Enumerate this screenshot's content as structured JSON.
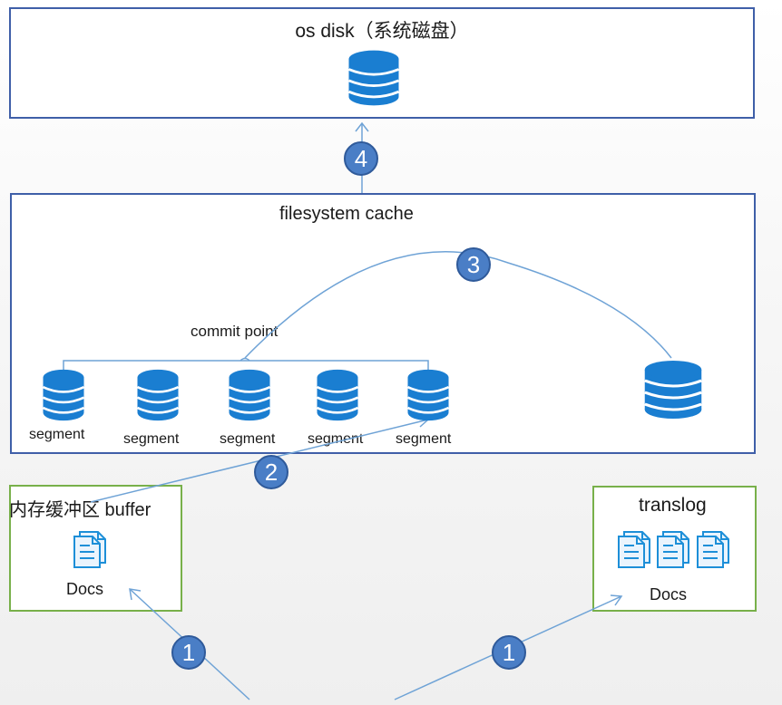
{
  "os_disk": {
    "title": "os disk（系统磁盘）"
  },
  "filesystem_cache": {
    "title": "filesystem cache",
    "commit_point": "commit point",
    "segments": [
      "segment",
      "segment",
      "segment",
      "segment",
      "segment"
    ]
  },
  "buffer": {
    "title": "内存缓冲区 buffer",
    "docs_label": "Docs"
  },
  "translog": {
    "title": "translog",
    "docs_label": "Docs"
  },
  "steps": [
    "4",
    "3",
    "2",
    "1",
    "1"
  ],
  "colors": {
    "box_blue": "#3f5fa8",
    "box_green": "#78b04a",
    "db_blue": "#1a7ed1",
    "step_blue": "#4a7ec6",
    "arrow": "#6fa3d6"
  }
}
